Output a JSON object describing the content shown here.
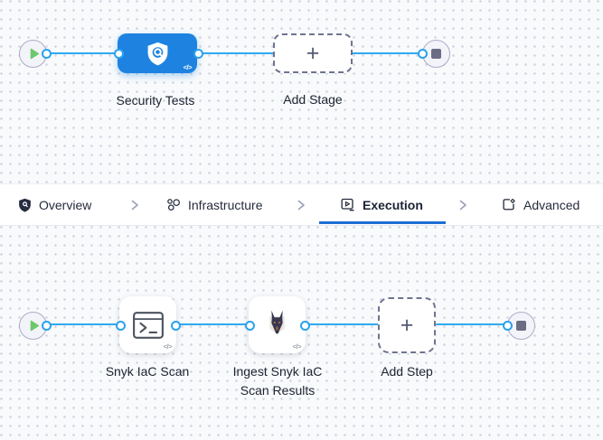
{
  "glyphs": {
    "plus": "+",
    "code_badge": "</>"
  },
  "stage_pipeline": {
    "stage_label": "Security Tests",
    "add_stage_label": "Add Stage",
    "stage_icon": "security-shield-icon",
    "start_icon": "play-icon",
    "end_icon": "stop-icon"
  },
  "tab_bar": {
    "separator_icon": "chevron-right-icon",
    "active_tab": "Execution",
    "tabs": [
      {
        "label": "Overview",
        "icon": "shield-icon",
        "active": false
      },
      {
        "label": "Infrastructure",
        "icon": "graph-nodes-icon",
        "active": false
      },
      {
        "label": "Execution",
        "icon": "play-square-icon",
        "active": true
      },
      {
        "label": "Advanced",
        "icon": "file-gear-icon",
        "active": false
      }
    ]
  },
  "step_pipeline": {
    "snyk_scan_label": "Snyk IaC Scan",
    "snyk_scan_icon": "terminal-icon",
    "ingest_label": "Ingest Snyk IaC Scan Results",
    "ingest_icon": "snyk-dog-icon",
    "add_step_label": "Add Step",
    "start_icon": "play-icon",
    "end_icon": "stop-icon"
  },
  "colors": {
    "stage_node_blue": "#1e83e0",
    "connector_blue": "#2fa9f0",
    "active_tab_underline": "#1d6fd3",
    "play_green": "#6cc86c",
    "end_square_gray": "#6b6d85",
    "dashed_border_gray": "#6f7390"
  }
}
